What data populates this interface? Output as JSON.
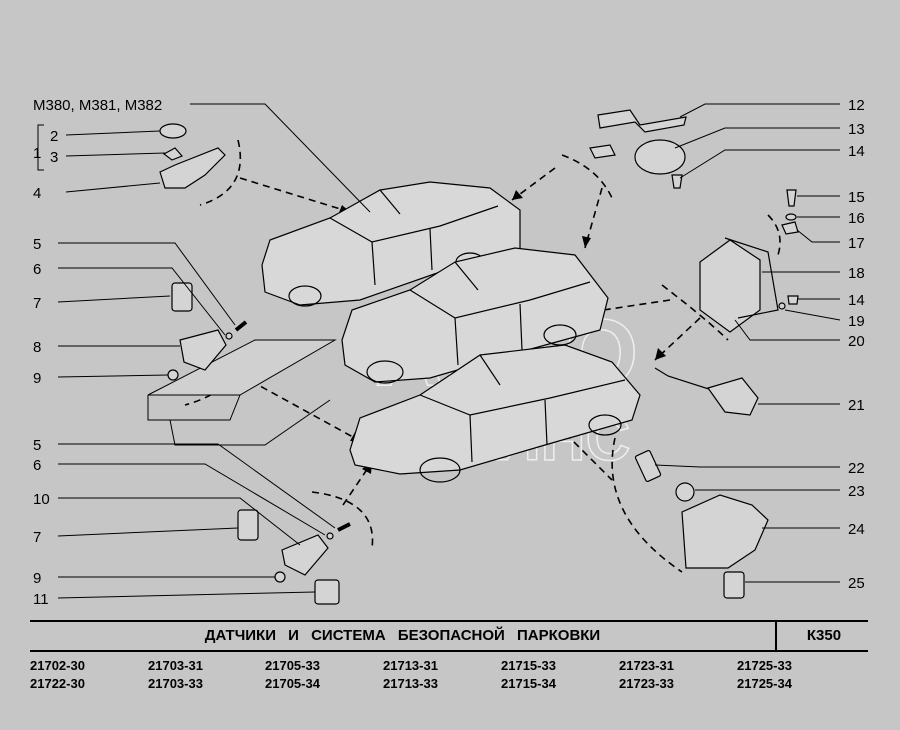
{
  "callouts": {
    "c1": "1",
    "c2": "2",
    "c3": "3",
    "c4": "4",
    "c5a": "5",
    "c6a": "6",
    "c7a": "7",
    "c8": "8",
    "c9a": "9",
    "c5b": "5",
    "c6b": "6",
    "c10": "10",
    "c7b": "7",
    "c9b": "9",
    "c11": "11",
    "c12": "12",
    "c13": "13",
    "c14a": "14",
    "c15": "15",
    "c16": "16",
    "c17": "17",
    "c18": "18",
    "c14b": "14",
    "c19": "19",
    "c20": "20",
    "c21": "21",
    "c22": "22",
    "c23": "23",
    "c24": "24",
    "c25": "25",
    "vehicles": "М380, М381, М382"
  },
  "watermark": {
    "line1": "АВТО",
    "line2": "АЛЬЯНС"
  },
  "title": {
    "text": "ДАТЧИКИ И СИСТЕМА БЕЗОПАСНОЙ ПАРКОВКИ",
    "code": "К350"
  },
  "models": [
    [
      "21702-30",
      "21722-30"
    ],
    [
      "21703-31",
      "21703-33"
    ],
    [
      "21705-33",
      "21705-34"
    ],
    [
      "21713-31",
      "21713-33"
    ],
    [
      "21715-33",
      "21715-34"
    ],
    [
      "21723-31",
      "21723-33"
    ],
    [
      "21725-33",
      "21725-34"
    ]
  ]
}
